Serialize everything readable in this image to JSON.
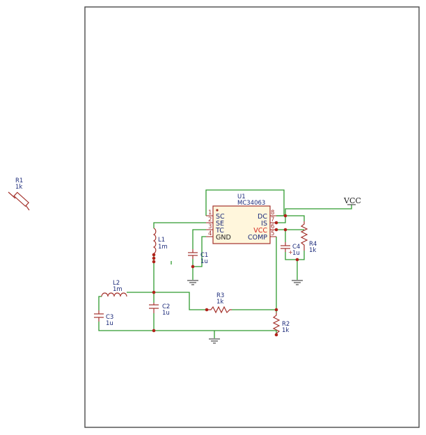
{
  "schematic": {
    "r1": {
      "ref": "R1",
      "value": "1k"
    },
    "u1": {
      "ref": "U1",
      "value": "MC34063",
      "left_pins": [
        {
          "num": "1",
          "name": "SC"
        },
        {
          "num": "2",
          "name": "SE"
        },
        {
          "num": "3",
          "name": "TC"
        },
        {
          "num": "4",
          "name": "GND"
        }
      ],
      "right_pins": [
        {
          "num": "8",
          "name": "DC"
        },
        {
          "num": "7",
          "name": "IS"
        },
        {
          "num": "6",
          "name": "VCC"
        },
        {
          "num": "5",
          "name": "COMP"
        }
      ]
    },
    "l1": {
      "ref": "L1",
      "value": "1m"
    },
    "l2": {
      "ref": "L2",
      "value": "1m"
    },
    "c1": {
      "ref": "C1",
      "value": "1u"
    },
    "c2": {
      "ref": "C2",
      "value": "1u"
    },
    "c3": {
      "ref": "C3",
      "value": "1u"
    },
    "c4": {
      "ref": "C4",
      "value": "1u"
    },
    "r2": {
      "ref": "R2",
      "value": "1k"
    },
    "r3": {
      "ref": "R3",
      "value": "1k"
    },
    "r4": {
      "ref": "R4",
      "value": "1k"
    },
    "power": {
      "vcc_label": "VCC"
    },
    "colors": {
      "wire": "#2f9a2f",
      "component": "#a4312b",
      "text": "#1b2a7a",
      "pin_vcc": "#d4201a",
      "junction": "#b0221a"
    }
  }
}
